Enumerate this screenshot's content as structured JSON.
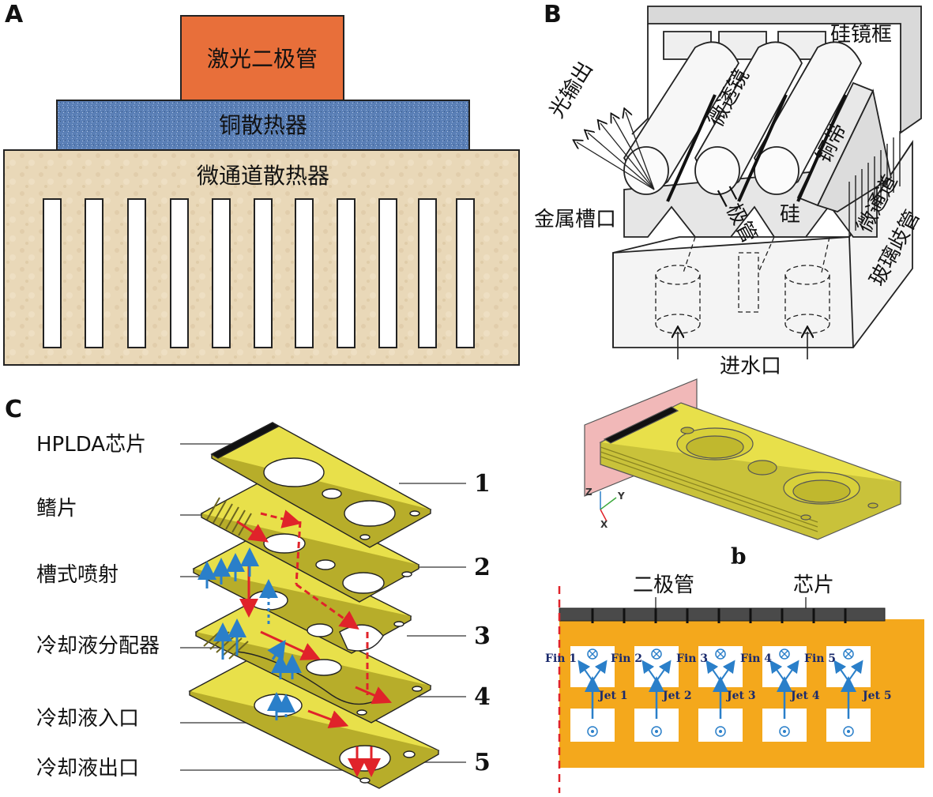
{
  "panels": {
    "a": {
      "letter": "A",
      "laser_diode": "激光二极管",
      "copper_spreader": "铜散热器",
      "microchannel_sink": "微通道散热器",
      "colors": {
        "laser": "#e86f3a",
        "copper": "#5b7fb8",
        "sink": "#e8d6b4"
      }
    },
    "b": {
      "letter": "B",
      "silicon_frame": "硅镜框",
      "light_output": "光输出",
      "microlens": "微透镜",
      "copper_strip": "铜带",
      "metal_slot": "金属槽口",
      "diode": "二极管",
      "silicon": "硅",
      "microchannel": "微通道",
      "glass_manifold": "玻璃歧管",
      "water_inlet": "进水口"
    },
    "c": {
      "letter": "C",
      "labels": [
        "HPLDA芯片",
        "鳍片",
        "槽式喷射",
        "冷却液分配器",
        "冷却液入口",
        "冷却液出口"
      ],
      "layer_numbers": [
        "1",
        "2",
        "3",
        "4",
        "5"
      ],
      "colors": {
        "plate": "#e8e04a",
        "flow_red": "#e0232a",
        "flow_blue": "#2a7fc9"
      }
    },
    "d": {
      "axis_labels": [
        "Z",
        "Y",
        "X"
      ],
      "sublabel": "b",
      "diode": "二极管",
      "chip": "芯片",
      "fins": [
        "Fin 1",
        "Fin 2",
        "Fin 3",
        "Fin 4",
        "Fin 5"
      ],
      "jets": [
        "Jet 1",
        "Jet 2",
        "Jet 3",
        "Jet 4",
        "Jet 5"
      ],
      "colors": {
        "body": "#f4a81c",
        "arrow": "#2a7fc9",
        "dash": "#e0232a"
      }
    }
  }
}
